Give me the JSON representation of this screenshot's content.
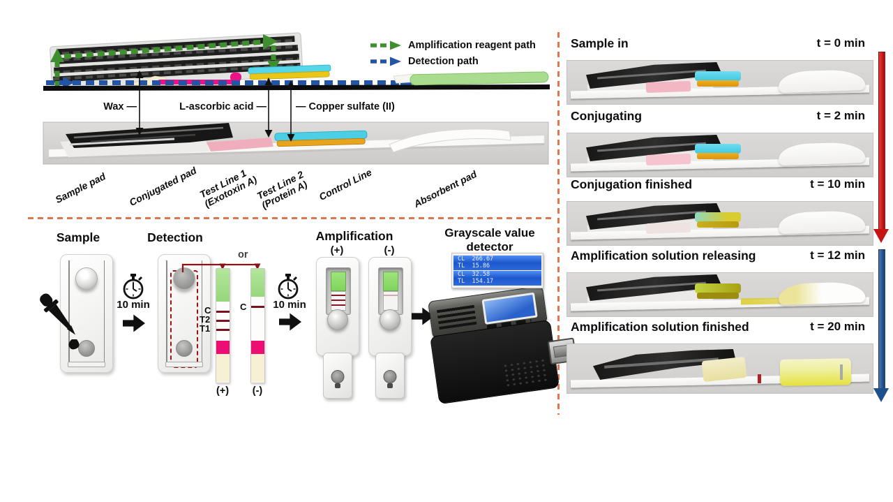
{
  "schematic": {
    "legend": {
      "amplification_label": "Amplification reagent path",
      "detection_label": "Detection path"
    },
    "annotations": {
      "wax": "Wax —",
      "ascorbic": "L-ascorbic acid —",
      "copper": "— Copper sulfate (II)"
    },
    "pads": {
      "sample": "Sample pad",
      "conjugated": "Conjugated pad",
      "test1_line1": "Test Line 1",
      "test1_line2": "(Exotoxin A)",
      "test2_line1": "Test Line 2",
      "test2_line2": "(Protein A)",
      "control": "Control Line",
      "absorbent": "Absorbent pad"
    }
  },
  "workflow": {
    "sample_title": "Sample",
    "detection_title": "Detection",
    "amplification_title": "Amplification",
    "detector_title_line1": "Grayscale value",
    "detector_title_line2": "detector",
    "timer1": "10 min",
    "timer2": "10 min",
    "or_label": "or",
    "strip_pos": {
      "c": "C",
      "t2": "T2",
      "t1": "T1",
      "result": "(+)"
    },
    "strip_neg": {
      "c": "C",
      "result": "(-)"
    },
    "amp_pos": "(+)",
    "amp_neg": "(-)",
    "lcd": [
      {
        "line1": "CL  266.67",
        "line2": "TL  15.86"
      },
      {
        "line1": "CL  32.58",
        "line2": "TL  154.17"
      }
    ]
  },
  "timeline": [
    {
      "label": "Sample in",
      "time": "t = 0 min"
    },
    {
      "label": "Conjugating",
      "time": "t = 2 min"
    },
    {
      "label": "Conjugation finished",
      "time": "t = 10 min"
    },
    {
      "label": "Amplification solution releasing",
      "time": "t = 12 min"
    },
    {
      "label": "Amplification solution finished",
      "time": "t = 20 min"
    }
  ],
  "colors": {
    "amplification_path": "#3f8f2f",
    "detection_path": "#2455a4",
    "divider_dash": "#e0764d",
    "stage_arrow_red": "#c41414",
    "stage_arrow_blue": "#1d4f8c"
  }
}
